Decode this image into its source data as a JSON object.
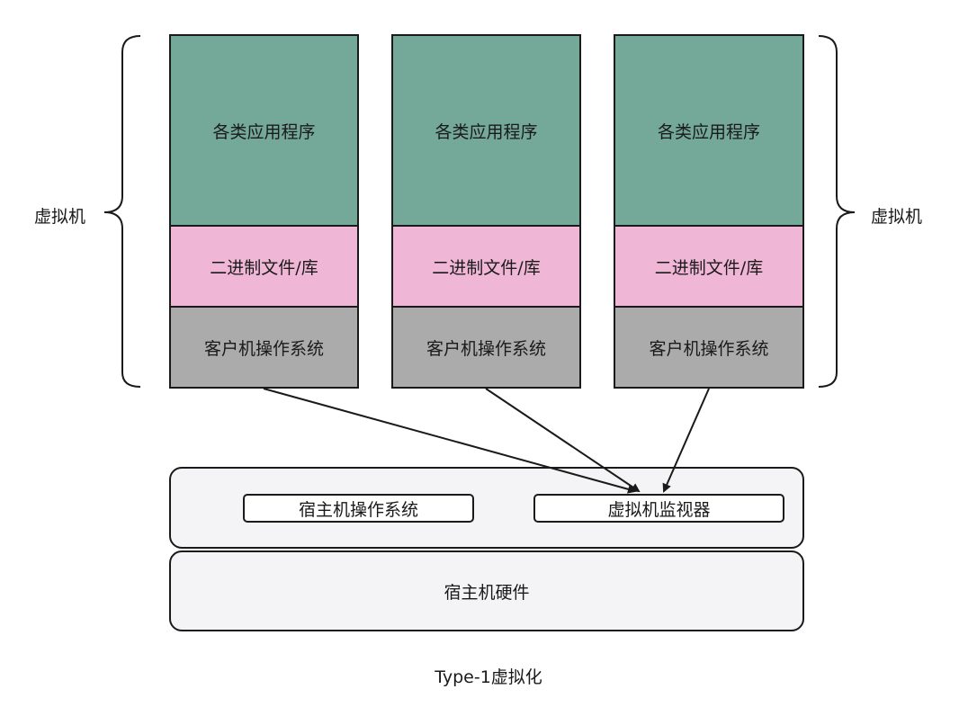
{
  "vm_columns": [
    {
      "app": "各类应用程序",
      "lib": "二进制文件/库",
      "os": "客户机操作系统"
    },
    {
      "app": "各类应用程序",
      "lib": "二进制文件/库",
      "os": "客户机操作系统"
    },
    {
      "app": "各类应用程序",
      "lib": "二进制文件/库",
      "os": "客户机操作系统"
    }
  ],
  "left_label": "虚拟机",
  "right_label": "虚拟机",
  "host_layer": {
    "host_os": "宿主机操作系统",
    "hypervisor": "虚拟机监视器"
  },
  "hardware": "宿主机硬件",
  "caption": "Type-1虚拟化",
  "colors": {
    "app": "#74a899",
    "lib": "#f0b6d5",
    "os": "#ababab",
    "layer": "#f4f4f6"
  }
}
